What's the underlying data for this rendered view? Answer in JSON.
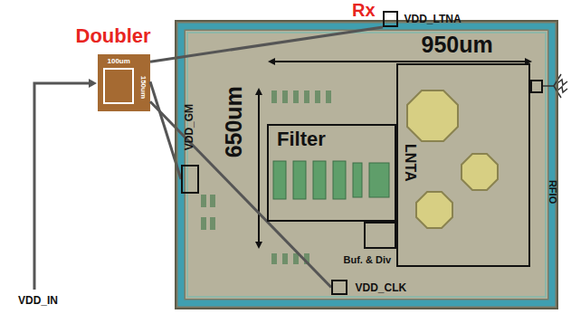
{
  "diagram": {
    "nodes": [
      {
        "text": [
          "Doubler"
        ]
      },
      {
        "text": [
          "Rx"
        ]
      },
      {
        "text": [
          "Filter"
        ],
        "in": 1
      },
      {
        "text": [
          "LNTA"
        ],
        "in": 1
      },
      {
        "text": [
          "Buf. & Div"
        ],
        "in": 1
      },
      {
        "text": [
          "VDD_LTNA"
        ],
        "in": 1
      },
      {
        "text": [
          "VDD_GM"
        ],
        "in": 1
      },
      {
        "text": [
          "VDD_CLK"
        ],
        "in": 1
      },
      {
        "text": [
          "RFIO"
        ],
        "in": 1
      }
    ],
    "edges": [
      {
        "from": 0,
        "to": 5,
        "arrow": "none"
      },
      {
        "from": 0,
        "to": 6,
        "arrow": "none"
      },
      {
        "from": 0,
        "to": 7,
        "arrow": "none"
      }
    ],
    "labels": [
      "100um",
      "150um",
      "VDD_IN",
      "950um",
      "650um"
    ]
  }
}
